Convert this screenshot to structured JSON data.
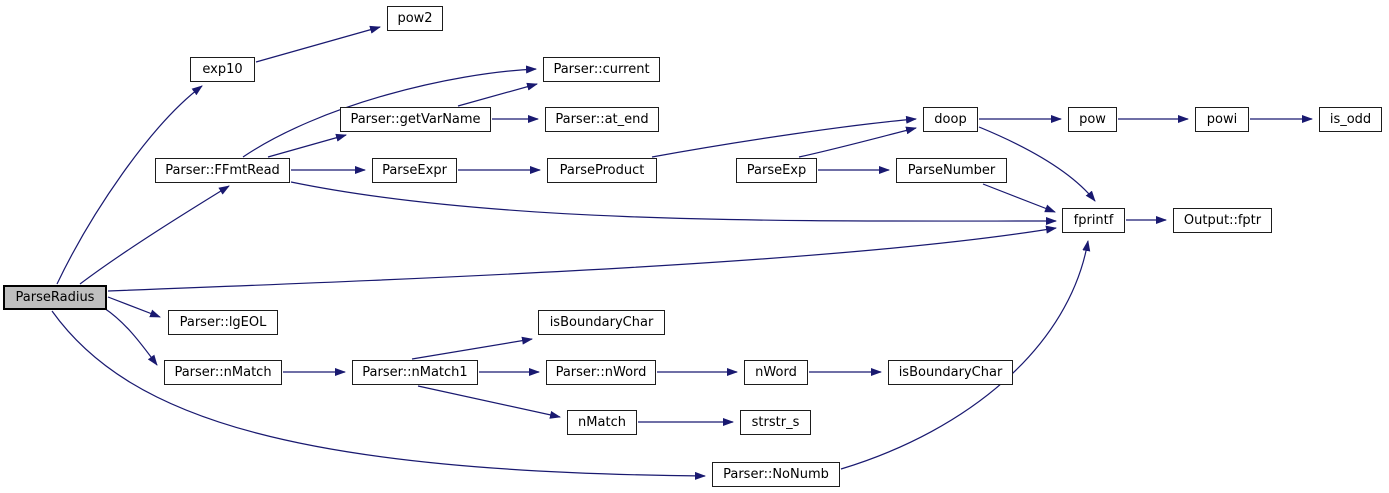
{
  "diagram": {
    "kind": "call-graph",
    "colors": {
      "edge": "#191970",
      "node_border": "#1d1d1d",
      "node_fill": "#ffffff",
      "focal_fill": "#bfbfbf"
    },
    "nodes": {
      "parse_radius": {
        "label": "ParseRadius"
      },
      "exp10": {
        "label": "exp10"
      },
      "pow2": {
        "label": "pow2"
      },
      "ffmt_read": {
        "label": "Parser::FFmtRead"
      },
      "current": {
        "label": "Parser::current"
      },
      "get_var_name": {
        "label": "Parser::getVarName"
      },
      "at_end": {
        "label": "Parser::at_end"
      },
      "parse_expr": {
        "label": "ParseExpr"
      },
      "parse_product": {
        "label": "ParseProduct"
      },
      "parse_exp": {
        "label": "ParseExp"
      },
      "parse_number": {
        "label": "ParseNumber"
      },
      "doop": {
        "label": "doop"
      },
      "pow": {
        "label": "pow"
      },
      "powi": {
        "label": "powi"
      },
      "is_odd": {
        "label": "is_odd"
      },
      "fprintf": {
        "label": "fprintf"
      },
      "output_fptr": {
        "label": "Output::fptr"
      },
      "lg_eol": {
        "label": "Parser::lgEOL"
      },
      "nmatch_member": {
        "label": "Parser::nMatch"
      },
      "nmatch1": {
        "label": "Parser::nMatch1"
      },
      "is_boundary_char_a": {
        "label": "isBoundaryChar"
      },
      "nword_member": {
        "label": "Parser::nWord"
      },
      "nmatch_free": {
        "label": "nMatch"
      },
      "nword_free": {
        "label": "nWord"
      },
      "is_boundary_char_b": {
        "label": "isBoundaryChar"
      },
      "strstr_s": {
        "label": "strstr_s"
      },
      "no_numb": {
        "label": "Parser::NoNumb"
      }
    }
  }
}
